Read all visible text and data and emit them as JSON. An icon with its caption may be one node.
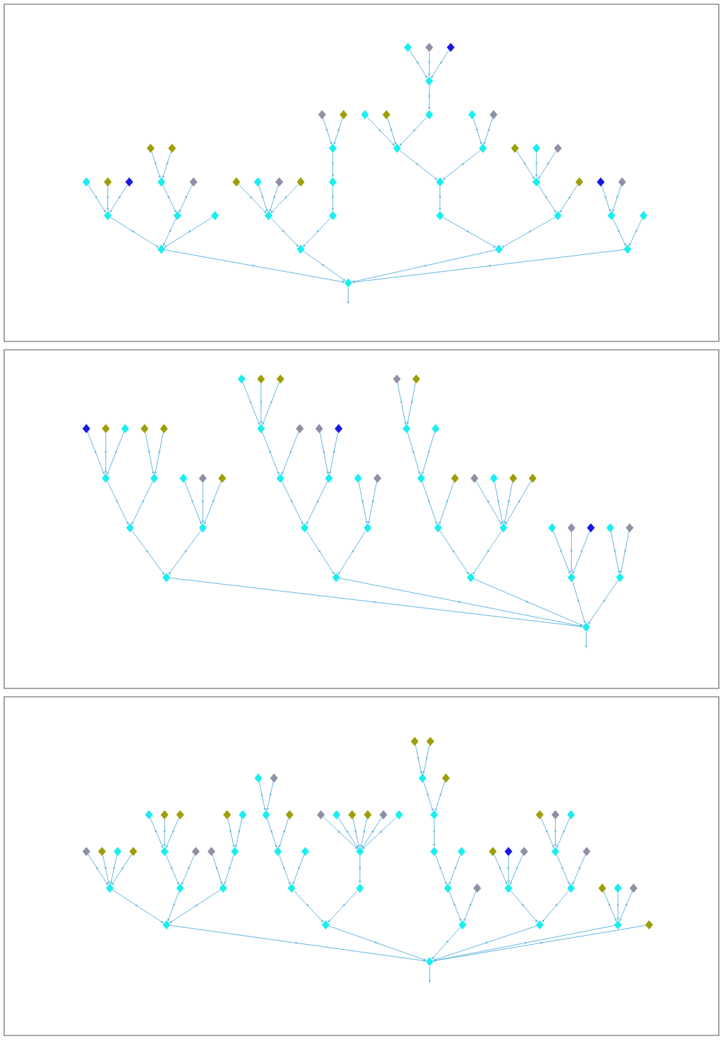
{
  "diagram": {
    "nodes": [
      {
        "text": [],
        "shape": "box"
      },
      {
        "text": [],
        "shape": "diamond",
        "in": 0
      },
      {
        "text": [],
        "shape": "diamond",
        "in": 0
      },
      {
        "text": [],
        "shape": "diamond",
        "in": 0
      },
      {
        "text": [],
        "shape": "diamond",
        "in": 0
      },
      {
        "text": [],
        "shape": "diamond",
        "in": 0
      },
      {
        "text": [],
        "shape": "diamond",
        "in": 0
      },
      {
        "text": [],
        "shape": "diamond",
        "in": 0
      },
      {
        "text": [],
        "shape": "diamond",
        "in": 0
      },
      {
        "text": [],
        "shape": "diamond",
        "in": 0
      },
      {
        "text": [],
        "shape": "diamond",
        "in": 0
      },
      {
        "text": [],
        "shape": "diamond",
        "in": 0
      },
      {
        "text": [],
        "shape": "diamond",
        "in": 0
      },
      {
        "text": [],
        "shape": "diamond",
        "in": 0
      },
      {
        "text": [],
        "shape": "diamond",
        "in": 0
      },
      {
        "text": [],
        "shape": "diamond",
        "in": 0
      },
      {
        "text": [],
        "shape": "diamond",
        "in": 0
      },
      {
        "text": [],
        "shape": "diamond",
        "in": 0
      },
      {
        "text": [],
        "shape": "diamond",
        "in": 0
      },
      {
        "text": [],
        "shape": "diamond",
        "in": 0
      },
      {
        "text": [],
        "shape": "diamond",
        "in": 0
      },
      {
        "text": [],
        "shape": "diamond",
        "in": 0
      },
      {
        "text": [],
        "shape": "diamond",
        "in": 0
      },
      {
        "text": [],
        "shape": "diamond",
        "in": 0
      },
      {
        "text": [],
        "shape": "diamond",
        "in": 0
      },
      {
        "text": [],
        "shape": "diamond",
        "in": 0
      },
      {
        "text": [],
        "shape": "diamond",
        "in": 0
      },
      {
        "text": [],
        "shape": "diamond",
        "in": 0
      },
      {
        "text": [],
        "shape": "diamond",
        "in": 0
      },
      {
        "text": [],
        "shape": "diamond",
        "in": 0
      },
      {
        "text": [],
        "shape": "diamond",
        "in": 0
      },
      {
        "text": [],
        "shape": "diamond",
        "in": 0
      },
      {
        "text": [],
        "shape": "diamond",
        "in": 0
      },
      {
        "text": [],
        "shape": "diamond",
        "in": 0
      },
      {
        "text": [],
        "shape": "diamond",
        "in": 0
      },
      {
        "text": [],
        "shape": "diamond",
        "in": 0
      },
      {
        "text": [],
        "shape": "diamond",
        "in": 0
      },
      {
        "text": [],
        "shape": "diamond",
        "in": 0
      },
      {
        "text": [],
        "shape": "diamond",
        "in": 0
      },
      {
        "text": [],
        "shape": "diamond",
        "in": 0
      },
      {
        "text": [],
        "shape": "diamond",
        "in": 0
      },
      {
        "text": [],
        "shape": "diamond",
        "in": 0
      },
      {
        "text": [],
        "shape": "diamond",
        "in": 0
      },
      {
        "text": [],
        "shape": "diamond",
        "in": 0
      },
      {
        "text": [],
        "shape": "diamond",
        "in": 0
      },
      {
        "text": [],
        "shape": "diamond",
        "in": 0
      },
      {
        "text": [],
        "shape": "diamond",
        "in": 0
      },
      {
        "text": [],
        "shape": "diamond",
        "in": 0
      },
      {
        "text": [],
        "shape": "diamond",
        "in": 0
      },
      {
        "text": [],
        "shape": "box"
      },
      {
        "text": [],
        "shape": "diamond",
        "in": 49
      },
      {
        "text": [],
        "shape": "diamond",
        "in": 49
      },
      {
        "text": [],
        "shape": "diamond",
        "in": 49
      },
      {
        "text": [],
        "shape": "diamond",
        "in": 49
      },
      {
        "text": [],
        "shape": "diamond",
        "in": 49
      },
      {
        "text": [],
        "shape": "diamond",
        "in": 49
      },
      {
        "text": [],
        "shape": "diamond",
        "in": 49
      },
      {
        "text": [],
        "shape": "diamond",
        "in": 49
      },
      {
        "text": [],
        "shape": "diamond",
        "in": 49
      },
      {
        "text": [],
        "shape": "diamond",
        "in": 49
      },
      {
        "text": [],
        "shape": "diamond",
        "in": 49
      },
      {
        "text": [],
        "shape": "diamond",
        "in": 49
      },
      {
        "text": [],
        "shape": "diamond",
        "in": 49
      },
      {
        "text": [],
        "shape": "diamond",
        "in": 49
      },
      {
        "text": [],
        "shape": "diamond",
        "in": 49
      },
      {
        "text": [],
        "shape": "diamond",
        "in": 49
      },
      {
        "text": [],
        "shape": "diamond",
        "in": 49
      },
      {
        "text": [],
        "shape": "diamond",
        "in": 49
      },
      {
        "text": [],
        "shape": "diamond",
        "in": 49
      },
      {
        "text": [],
        "shape": "diamond",
        "in": 49
      },
      {
        "text": [],
        "shape": "diamond",
        "in": 49
      },
      {
        "text": [],
        "shape": "diamond",
        "in": 49
      },
      {
        "text": [],
        "shape": "diamond",
        "in": 49
      },
      {
        "text": [],
        "shape": "diamond",
        "in": 49
      },
      {
        "text": [],
        "shape": "diamond",
        "in": 49
      },
      {
        "text": [],
        "shape": "diamond",
        "in": 49
      },
      {
        "text": [],
        "shape": "diamond",
        "in": 49
      },
      {
        "text": [],
        "shape": "diamond",
        "in": 49
      },
      {
        "text": [],
        "shape": "diamond",
        "in": 49
      },
      {
        "text": [],
        "shape": "diamond",
        "in": 49
      },
      {
        "text": [],
        "shape": "diamond",
        "in": 49
      },
      {
        "text": [],
        "shape": "diamond",
        "in": 49
      },
      {
        "text": [],
        "shape": "diamond",
        "in": 49
      },
      {
        "text": [],
        "shape": "diamond",
        "in": 49
      },
      {
        "text": [],
        "shape": "diamond",
        "in": 49
      },
      {
        "text": [],
        "shape": "diamond",
        "in": 49
      },
      {
        "text": [],
        "shape": "diamond",
        "in": 49
      },
      {
        "text": [],
        "shape": "diamond",
        "in": 49
      },
      {
        "text": [],
        "shape": "diamond",
        "in": 49
      },
      {
        "text": [],
        "shape": "diamond",
        "in": 49
      },
      {
        "text": [],
        "shape": "diamond",
        "in": 49
      },
      {
        "text": [],
        "shape": "diamond",
        "in": 49
      },
      {
        "text": [],
        "shape": "diamond",
        "in": 49
      },
      {
        "text": [],
        "shape": "diamond",
        "in": 49
      },
      {
        "text": [],
        "shape": "diamond",
        "in": 49
      },
      {
        "text": [],
        "shape": "diamond",
        "in": 49
      },
      {
        "text": [],
        "shape": "diamond",
        "in": 49
      },
      {
        "text": [],
        "shape": "diamond",
        "in": 49
      },
      {
        "text": [],
        "shape": "box"
      },
      {
        "text": [],
        "shape": "diamond",
        "in": 98
      },
      {
        "text": [],
        "shape": "diamond",
        "in": 98
      },
      {
        "text": [],
        "shape": "diamond",
        "in": 98
      },
      {
        "text": [],
        "shape": "diamond",
        "in": 98
      },
      {
        "text": [],
        "shape": "diamond",
        "in": 98
      },
      {
        "text": [],
        "shape": "diamond",
        "in": 98
      },
      {
        "text": [],
        "shape": "diamond",
        "in": 98
      },
      {
        "text": [],
        "shape": "diamond",
        "in": 98
      },
      {
        "text": [],
        "shape": "diamond",
        "in": 98
      },
      {
        "text": [],
        "shape": "diamond",
        "in": 98
      },
      {
        "text": [],
        "shape": "diamond",
        "in": 98
      },
      {
        "text": [],
        "shape": "diamond",
        "in": 98
      },
      {
        "text": [],
        "shape": "diamond",
        "in": 98
      },
      {
        "text": [],
        "shape": "diamond",
        "in": 98
      },
      {
        "text": [],
        "shape": "diamond",
        "in": 98
      },
      {
        "text": [],
        "shape": "diamond",
        "in": 98
      },
      {
        "text": [],
        "shape": "diamond",
        "in": 98
      },
      {
        "text": [],
        "shape": "diamond",
        "in": 98
      },
      {
        "text": [],
        "shape": "diamond",
        "in": 98
      },
      {
        "text": [],
        "shape": "diamond",
        "in": 98
      },
      {
        "text": [],
        "shape": "diamond",
        "in": 98
      },
      {
        "text": [],
        "shape": "diamond",
        "in": 98
      },
      {
        "text": [],
        "shape": "diamond",
        "in": 98
      },
      {
        "text": [],
        "shape": "diamond",
        "in": 98
      },
      {
        "text": [],
        "shape": "diamond",
        "in": 98
      },
      {
        "text": [],
        "shape": "diamond",
        "in": 98
      },
      {
        "text": [],
        "shape": "diamond",
        "in": 98
      },
      {
        "text": [],
        "shape": "diamond",
        "in": 98
      },
      {
        "text": [],
        "shape": "diamond",
        "in": 98
      },
      {
        "text": [],
        "shape": "diamond",
        "in": 98
      },
      {
        "text": [],
        "shape": "diamond",
        "in": 98
      },
      {
        "text": [],
        "shape": "diamond",
        "in": 98
      },
      {
        "text": [],
        "shape": "diamond",
        "in": 98
      },
      {
        "text": [],
        "shape": "diamond",
        "in": 98
      },
      {
        "text": [],
        "shape": "diamond",
        "in": 98
      },
      {
        "text": [],
        "shape": "diamond",
        "in": 98
      },
      {
        "text": [],
        "shape": "diamond",
        "in": 98
      },
      {
        "text": [],
        "shape": "diamond",
        "in": 98
      },
      {
        "text": [],
        "shape": "diamond",
        "in": 98
      },
      {
        "text": [],
        "shape": "diamond",
        "in": 98
      },
      {
        "text": [],
        "shape": "diamond",
        "in": 98
      },
      {
        "text": [],
        "shape": "diamond",
        "in": 98
      },
      {
        "text": [],
        "shape": "diamond",
        "in": 98
      },
      {
        "text": [],
        "shape": "diamond",
        "in": 98
      },
      {
        "text": [],
        "shape": "diamond",
        "in": 98
      },
      {
        "text": [],
        "shape": "diamond",
        "in": 98
      },
      {
        "text": [],
        "shape": "diamond",
        "in": 98
      },
      {
        "text": [],
        "shape": "diamond",
        "in": 98
      },
      {
        "text": [],
        "shape": "diamond",
        "in": 98
      },
      {
        "text": [],
        "shape": "diamond",
        "in": 98
      },
      {
        "text": [],
        "shape": "diamond",
        "in": 98
      },
      {
        "text": [],
        "shape": "diamond",
        "in": 98
      },
      {
        "text": [],
        "shape": "diamond",
        "in": 98
      },
      {
        "text": [],
        "shape": "diamond",
        "in": 98
      },
      {
        "text": [],
        "shape": "diamond",
        "in": 98
      },
      {
        "text": [],
        "shape": "diamond",
        "in": 98
      },
      {
        "text": [],
        "shape": "diamond",
        "in": 98
      },
      {
        "text": [],
        "shape": "diamond",
        "in": 98
      },
      {
        "text": [],
        "shape": "diamond",
        "in": 98
      },
      {
        "text": [],
        "shape": "diamond",
        "in": 98
      }
    ],
    "edges": [
      {
        "from": 2,
        "to": 1,
        "arrow": "to"
      },
      {
        "from": 3,
        "to": 2,
        "arrow": "to"
      },
      {
        "from": 4,
        "to": 3,
        "arrow": "to"
      },
      {
        "from": 5,
        "to": 3,
        "arrow": "to"
      },
      {
        "from": 6,
        "to": 3,
        "arrow": "to"
      },
      {
        "from": 7,
        "to": 2,
        "arrow": "to"
      },
      {
        "from": 8,
        "to": 7,
        "arrow": "to"
      },
      {
        "from": 9,
        "to": 8,
        "arrow": "to"
      },
      {
        "from": 10,
        "to": 8,
        "arrow": "to"
      },
      {
        "from": 11,
        "to": 7,
        "arrow": "to"
      },
      {
        "from": 12,
        "to": 2,
        "arrow": "to"
      },
      {
        "from": 13,
        "to": 1,
        "arrow": "to"
      },
      {
        "from": 14,
        "to": 13,
        "arrow": "to"
      },
      {
        "from": 15,
        "to": 14,
        "arrow": "to"
      },
      {
        "from": 16,
        "to": 14,
        "arrow": "to"
      },
      {
        "from": 17,
        "to": 14,
        "arrow": "to"
      },
      {
        "from": 18,
        "to": 14,
        "arrow": "to"
      },
      {
        "from": 19,
        "to": 13,
        "arrow": "to"
      },
      {
        "from": 20,
        "to": 19,
        "arrow": "to"
      },
      {
        "from": 21,
        "to": 20,
        "arrow": "to"
      },
      {
        "from": 22,
        "to": 21,
        "arrow": "to"
      },
      {
        "from": 23,
        "to": 21,
        "arrow": "to"
      },
      {
        "from": 24,
        "to": 1,
        "arrow": "to"
      },
      {
        "from": 25,
        "to": 24,
        "arrow": "to"
      },
      {
        "from": 26,
        "to": 25,
        "arrow": "to"
      },
      {
        "from": 27,
        "to": 26,
        "arrow": "to"
      },
      {
        "from": 28,
        "to": 27,
        "arrow": "to"
      },
      {
        "from": 29,
        "to": 27,
        "arrow": "to"
      },
      {
        "from": 30,
        "to": 27,
        "arrow": "to"
      },
      {
        "from": 31,
        "to": 30,
        "arrow": "to"
      },
      {
        "from": 32,
        "to": 31,
        "arrow": "to"
      },
      {
        "from": 33,
        "to": 31,
        "arrow": "to"
      },
      {
        "from": 34,
        "to": 31,
        "arrow": "to"
      },
      {
        "from": 35,
        "to": 26,
        "arrow": "to"
      },
      {
        "from": 36,
        "to": 35,
        "arrow": "to"
      },
      {
        "from": 37,
        "to": 35,
        "arrow": "to"
      },
      {
        "from": 38,
        "to": 24,
        "arrow": "to"
      },
      {
        "from": 39,
        "to": 38,
        "arrow": "to"
      },
      {
        "from": 40,
        "to": 39,
        "arrow": "to"
      },
      {
        "from": 41,
        "to": 39,
        "arrow": "to"
      },
      {
        "from": 42,
        "to": 39,
        "arrow": "to"
      },
      {
        "from": 43,
        "to": 38,
        "arrow": "to"
      },
      {
        "from": 44,
        "to": 1,
        "arrow": "to"
      },
      {
        "from": 45,
        "to": 44,
        "arrow": "to"
      },
      {
        "from": 46,
        "to": 45,
        "arrow": "to"
      },
      {
        "from": 47,
        "to": 45,
        "arrow": "to"
      },
      {
        "from": 48,
        "to": 44,
        "arrow": "to"
      },
      {
        "from": 1,
        "to": null,
        "arrow": "to"
      },
      {
        "from": 51,
        "to": 50,
        "arrow": "to"
      },
      {
        "from": 52,
        "to": 51,
        "arrow": "to"
      },
      {
        "from": 53,
        "to": 52,
        "arrow": "to"
      },
      {
        "from": 54,
        "to": 53,
        "arrow": "to"
      },
      {
        "from": 55,
        "to": 53,
        "arrow": "to"
      },
      {
        "from": 56,
        "to": 53,
        "arrow": "to"
      },
      {
        "from": 57,
        "to": 52,
        "arrow": "to"
      },
      {
        "from": 58,
        "to": 57,
        "arrow": "to"
      },
      {
        "from": 59,
        "to": 57,
        "arrow": "to"
      },
      {
        "from": 60,
        "to": 51,
        "arrow": "to"
      },
      {
        "from": 61,
        "to": 60,
        "arrow": "to"
      },
      {
        "from": 62,
        "to": 60,
        "arrow": "to"
      },
      {
        "from": 63,
        "to": 60,
        "arrow": "to"
      },
      {
        "from": 64,
        "to": 50,
        "arrow": "to"
      },
      {
        "from": 65,
        "to": 64,
        "arrow": "to"
      },
      {
        "from": 66,
        "to": 65,
        "arrow": "to"
      },
      {
        "from": 67,
        "to": 66,
        "arrow": "to"
      },
      {
        "from": 68,
        "to": 67,
        "arrow": "to"
      },
      {
        "from": 69,
        "to": 67,
        "arrow": "to"
      },
      {
        "from": 70,
        "to": 67,
        "arrow": "to"
      },
      {
        "from": 71,
        "to": 66,
        "arrow": "to"
      },
      {
        "from": 72,
        "to": 65,
        "arrow": "to"
      },
      {
        "from": 73,
        "to": 72,
        "arrow": "to"
      },
      {
        "from": 74,
        "to": 72,
        "arrow": "to"
      },
      {
        "from": 75,
        "to": 64,
        "arrow": "to"
      },
      {
        "from": 76,
        "to": 75,
        "arrow": "to"
      },
      {
        "from": 77,
        "to": 75,
        "arrow": "to"
      },
      {
        "from": 78,
        "to": 50,
        "arrow": "to"
      },
      {
        "from": 79,
        "to": 78,
        "arrow": "to"
      },
      {
        "from": 80,
        "to": 79,
        "arrow": "to"
      },
      {
        "from": 81,
        "to": 80,
        "arrow": "to"
      },
      {
        "from": 82,
        "to": 81,
        "arrow": "to"
      },
      {
        "from": 83,
        "to": 81,
        "arrow": "to"
      },
      {
        "from": 84,
        "to": 80,
        "arrow": "to"
      },
      {
        "from": 85,
        "to": 79,
        "arrow": "to"
      },
      {
        "from": 86,
        "to": 78,
        "arrow": "to"
      },
      {
        "from": 87,
        "to": 86,
        "arrow": "to"
      },
      {
        "from": 88,
        "to": 86,
        "arrow": "to"
      },
      {
        "from": 89,
        "to": 86,
        "arrow": "to"
      },
      {
        "from": 90,
        "to": 86,
        "arrow": "to"
      },
      {
        "from": 91,
        "to": 50,
        "arrow": "to"
      },
      {
        "from": 92,
        "to": 91,
        "arrow": "to"
      },
      {
        "from": 93,
        "to": 91,
        "arrow": "to"
      },
      {
        "from": 94,
        "to": 91,
        "arrow": "to"
      },
      {
        "from": 95,
        "to": 50,
        "arrow": "to"
      },
      {
        "from": 96,
        "to": 95,
        "arrow": "to"
      },
      {
        "from": 97,
        "to": 95,
        "arrow": "to"
      },
      {
        "from": 50,
        "to": null,
        "arrow": "to"
      },
      {
        "from": 100,
        "to": 99,
        "arrow": "to"
      },
      {
        "from": 101,
        "to": 100,
        "arrow": "to"
      },
      {
        "from": 102,
        "to": 101,
        "arrow": "to"
      },
      {
        "from": 103,
        "to": 101,
        "arrow": "to"
      },
      {
        "from": 104,
        "to": 101,
        "arrow": "to"
      },
      {
        "from": 105,
        "to": 101,
        "arrow": "to"
      },
      {
        "from": 106,
        "to": 100,
        "arrow": "to"
      },
      {
        "from": 107,
        "to": 106,
        "arrow": "to"
      },
      {
        "from": 108,
        "to": 107,
        "arrow": "to"
      },
      {
        "from": 109,
        "to": 107,
        "arrow": "to"
      },
      {
        "from": 110,
        "to": 107,
        "arrow": "to"
      },
      {
        "from": 111,
        "to": 106,
        "arrow": "to"
      },
      {
        "from": 112,
        "to": 100,
        "arrow": "to"
      },
      {
        "from": 113,
        "to": 112,
        "arrow": "to"
      },
      {
        "from": 114,
        "to": 112,
        "arrow": "to"
      },
      {
        "from": 115,
        "to": 114,
        "arrow": "to"
      },
      {
        "from": 116,
        "to": 114,
        "arrow": "to"
      },
      {
        "from": 117,
        "to": 99,
        "arrow": "to"
      },
      {
        "from": 118,
        "to": 117,
        "arrow": "to"
      },
      {
        "from": 119,
        "to": 118,
        "arrow": "to"
      },
      {
        "from": 120,
        "to": 119,
        "arrow": "to"
      },
      {
        "from": 121,
        "to": 120,
        "arrow": "to"
      },
      {
        "from": 122,
        "to": 120,
        "arrow": "to"
      },
      {
        "from": 123,
        "to": 119,
        "arrow": "to"
      },
      {
        "from": 124,
        "to": 118,
        "arrow": "to"
      },
      {
        "from": 125,
        "to": 117,
        "arrow": "to"
      },
      {
        "from": 126,
        "to": 125,
        "arrow": "to"
      },
      {
        "from": 127,
        "to": 126,
        "arrow": "to"
      },
      {
        "from": 128,
        "to": 126,
        "arrow": "to"
      },
      {
        "from": 129,
        "to": 126,
        "arrow": "to"
      },
      {
        "from": 130,
        "to": 126,
        "arrow": "to"
      },
      {
        "from": 131,
        "to": 126,
        "arrow": "to"
      },
      {
        "from": 132,
        "to": 126,
        "arrow": "to"
      },
      {
        "from": 133,
        "to": 99,
        "arrow": "to"
      },
      {
        "from": 134,
        "to": 133,
        "arrow": "to"
      },
      {
        "from": 135,
        "to": 134,
        "arrow": "to"
      },
      {
        "from": 136,
        "to": 135,
        "arrow": "to"
      },
      {
        "from": 137,
        "to": 136,
        "arrow": "to"
      },
      {
        "from": 138,
        "to": 137,
        "arrow": "to"
      },
      {
        "from": 139,
        "to": 137,
        "arrow": "to"
      },
      {
        "from": 140,
        "to": 136,
        "arrow": "to"
      },
      {
        "from": 141,
        "to": 134,
        "arrow": "to"
      },
      {
        "from": 142,
        "to": 133,
        "arrow": "to"
      },
      {
        "from": 143,
        "to": 99,
        "arrow": "to"
      },
      {
        "from": 144,
        "to": 143,
        "arrow": "to"
      },
      {
        "from": 145,
        "to": 144,
        "arrow": "to"
      },
      {
        "from": 146,
        "to": 144,
        "arrow": "to"
      },
      {
        "from": 147,
        "to": 144,
        "arrow": "to"
      },
      {
        "from": 148,
        "to": 143,
        "arrow": "to"
      },
      {
        "from": 149,
        "to": 148,
        "arrow": "to"
      },
      {
        "from": 150,
        "to": 149,
        "arrow": "to"
      },
      {
        "from": 151,
        "to": 149,
        "arrow": "to"
      },
      {
        "from": 152,
        "to": 149,
        "arrow": "to"
      },
      {
        "from": 153,
        "to": 148,
        "arrow": "to"
      },
      {
        "from": 154,
        "to": 99,
        "arrow": "to"
      },
      {
        "from": 155,
        "to": 154,
        "arrow": "to"
      },
      {
        "from": 156,
        "to": 154,
        "arrow": "to"
      },
      {
        "from": 157,
        "to": 154,
        "arrow": "to"
      },
      {
        "from": 158,
        "to": 99,
        "arrow": "to"
      },
      {
        "from": 99,
        "to": null,
        "arrow": "to"
      }
    ]
  }
}
